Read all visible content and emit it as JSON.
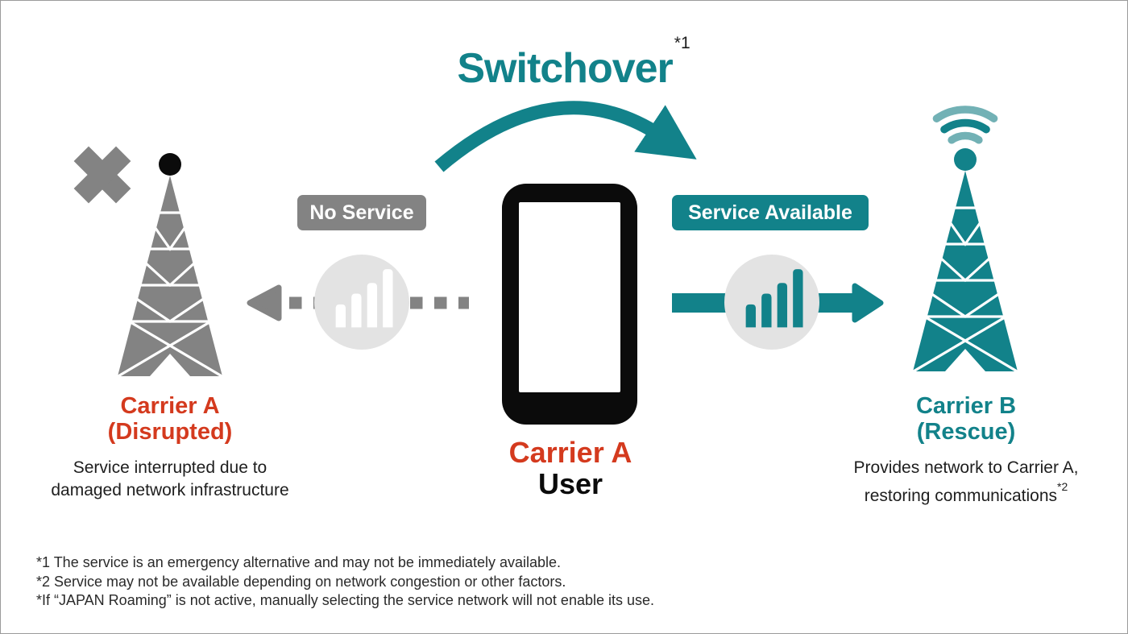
{
  "colors": {
    "teal": "#12828a",
    "teal_light": "#72b1b5",
    "red": "#d43a1e",
    "gray": "#838383",
    "gray_light": "#e3e3e3",
    "black": "#0b0b0b"
  },
  "title": {
    "text": "Switchover",
    "footnote_ref": "*1"
  },
  "left_section": {
    "badge_label": "No Service",
    "carrier_name": "Carrier A",
    "carrier_status": "(Disrupted)",
    "description_line1": "Service interrupted due to",
    "description_line2": "damaged network infrastructure"
  },
  "center_section": {
    "carrier_name": "Carrier A",
    "user_label": "User"
  },
  "right_section": {
    "badge_label": "Service Available",
    "carrier_name": "Carrier B",
    "carrier_status": "(Rescue)",
    "description_line1": "Provides network to Carrier A,",
    "description_line2": "restoring communications",
    "description_footnote_ref": "*2"
  },
  "footnotes": [
    "*1 The service is an emergency alternative and may not be immediately available.",
    "*2 Service may not be available depending on network congestion or other factors.",
    "*If “JAPAN Roaming” is not active, manually selecting the service network will not enable its use."
  ],
  "icons": {
    "x_mark": "x-icon",
    "disrupted_tower": "cell-tower-icon",
    "no_signal_bars": "signal-bars-icon",
    "dashed_arrow": "dashed-arrow-left-icon",
    "phone": "smartphone-icon",
    "switchover_arrow": "curved-arrow-right-icon",
    "service_arrow": "arrow-right-icon",
    "signal_bars": "signal-bars-icon",
    "rescue_tower": "cell-tower-waves-icon"
  }
}
